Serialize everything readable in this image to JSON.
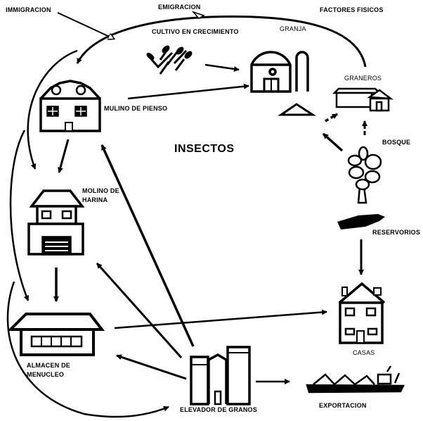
{
  "title": "INSECTOS",
  "labels": {
    "immigration": "IMMIGRACION",
    "emigration": "EMIGRACION",
    "physical_factors": "FACTORES FISICOS",
    "growing_crop": "CULTIVO EN CRECIMIENTO",
    "farm": "GRANJA",
    "granaries": "GRANEROS",
    "feed_mill": "MULINO DE PIENSO",
    "forest": "BOSQUE",
    "flour_mill_line1": "MOLINO DE",
    "flour_mill_line2": "HARINA",
    "reservoirs": "RESERVORIOS",
    "houses": "CASAS",
    "bran_store_line1": "ALMACEN DE",
    "bran_store_line2": "MENUCLEO",
    "grain_elevator": "ELEVADOR DE GRANOS",
    "export": "EXPORTACION"
  },
  "colors": {
    "ink": "#000000",
    "background": "#ffffff"
  }
}
